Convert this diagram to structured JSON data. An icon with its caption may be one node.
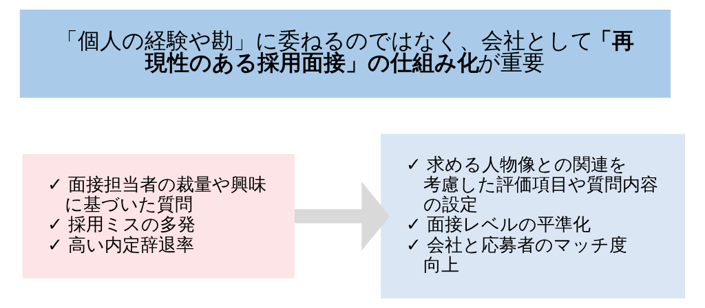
{
  "diagram": {
    "nodes": [
      {
        "text": [
          "「個人の経験や勘」に委ねるのではなく、会社として**「再現性のある採用面接」の仕組み化**が重要"
        ]
      },
      {
        "text": [
          "✓ 面接担当者の裁量や興味に基づいた質問",
          "✓ 採用ミスの多発",
          "✓ 高い内定辞退率"
        ]
      },
      {
        "text": [
          "✓ 求める人物像との関連を考慮した評価項目や質問内容の設定",
          "✓ 面接レベルの平準化",
          "✓ 会社と応募者のマッチ度向上"
        ]
      }
    ],
    "edges": [
      {
        "from": 1,
        "to": 2,
        "arrow": "to"
      }
    ]
  }
}
